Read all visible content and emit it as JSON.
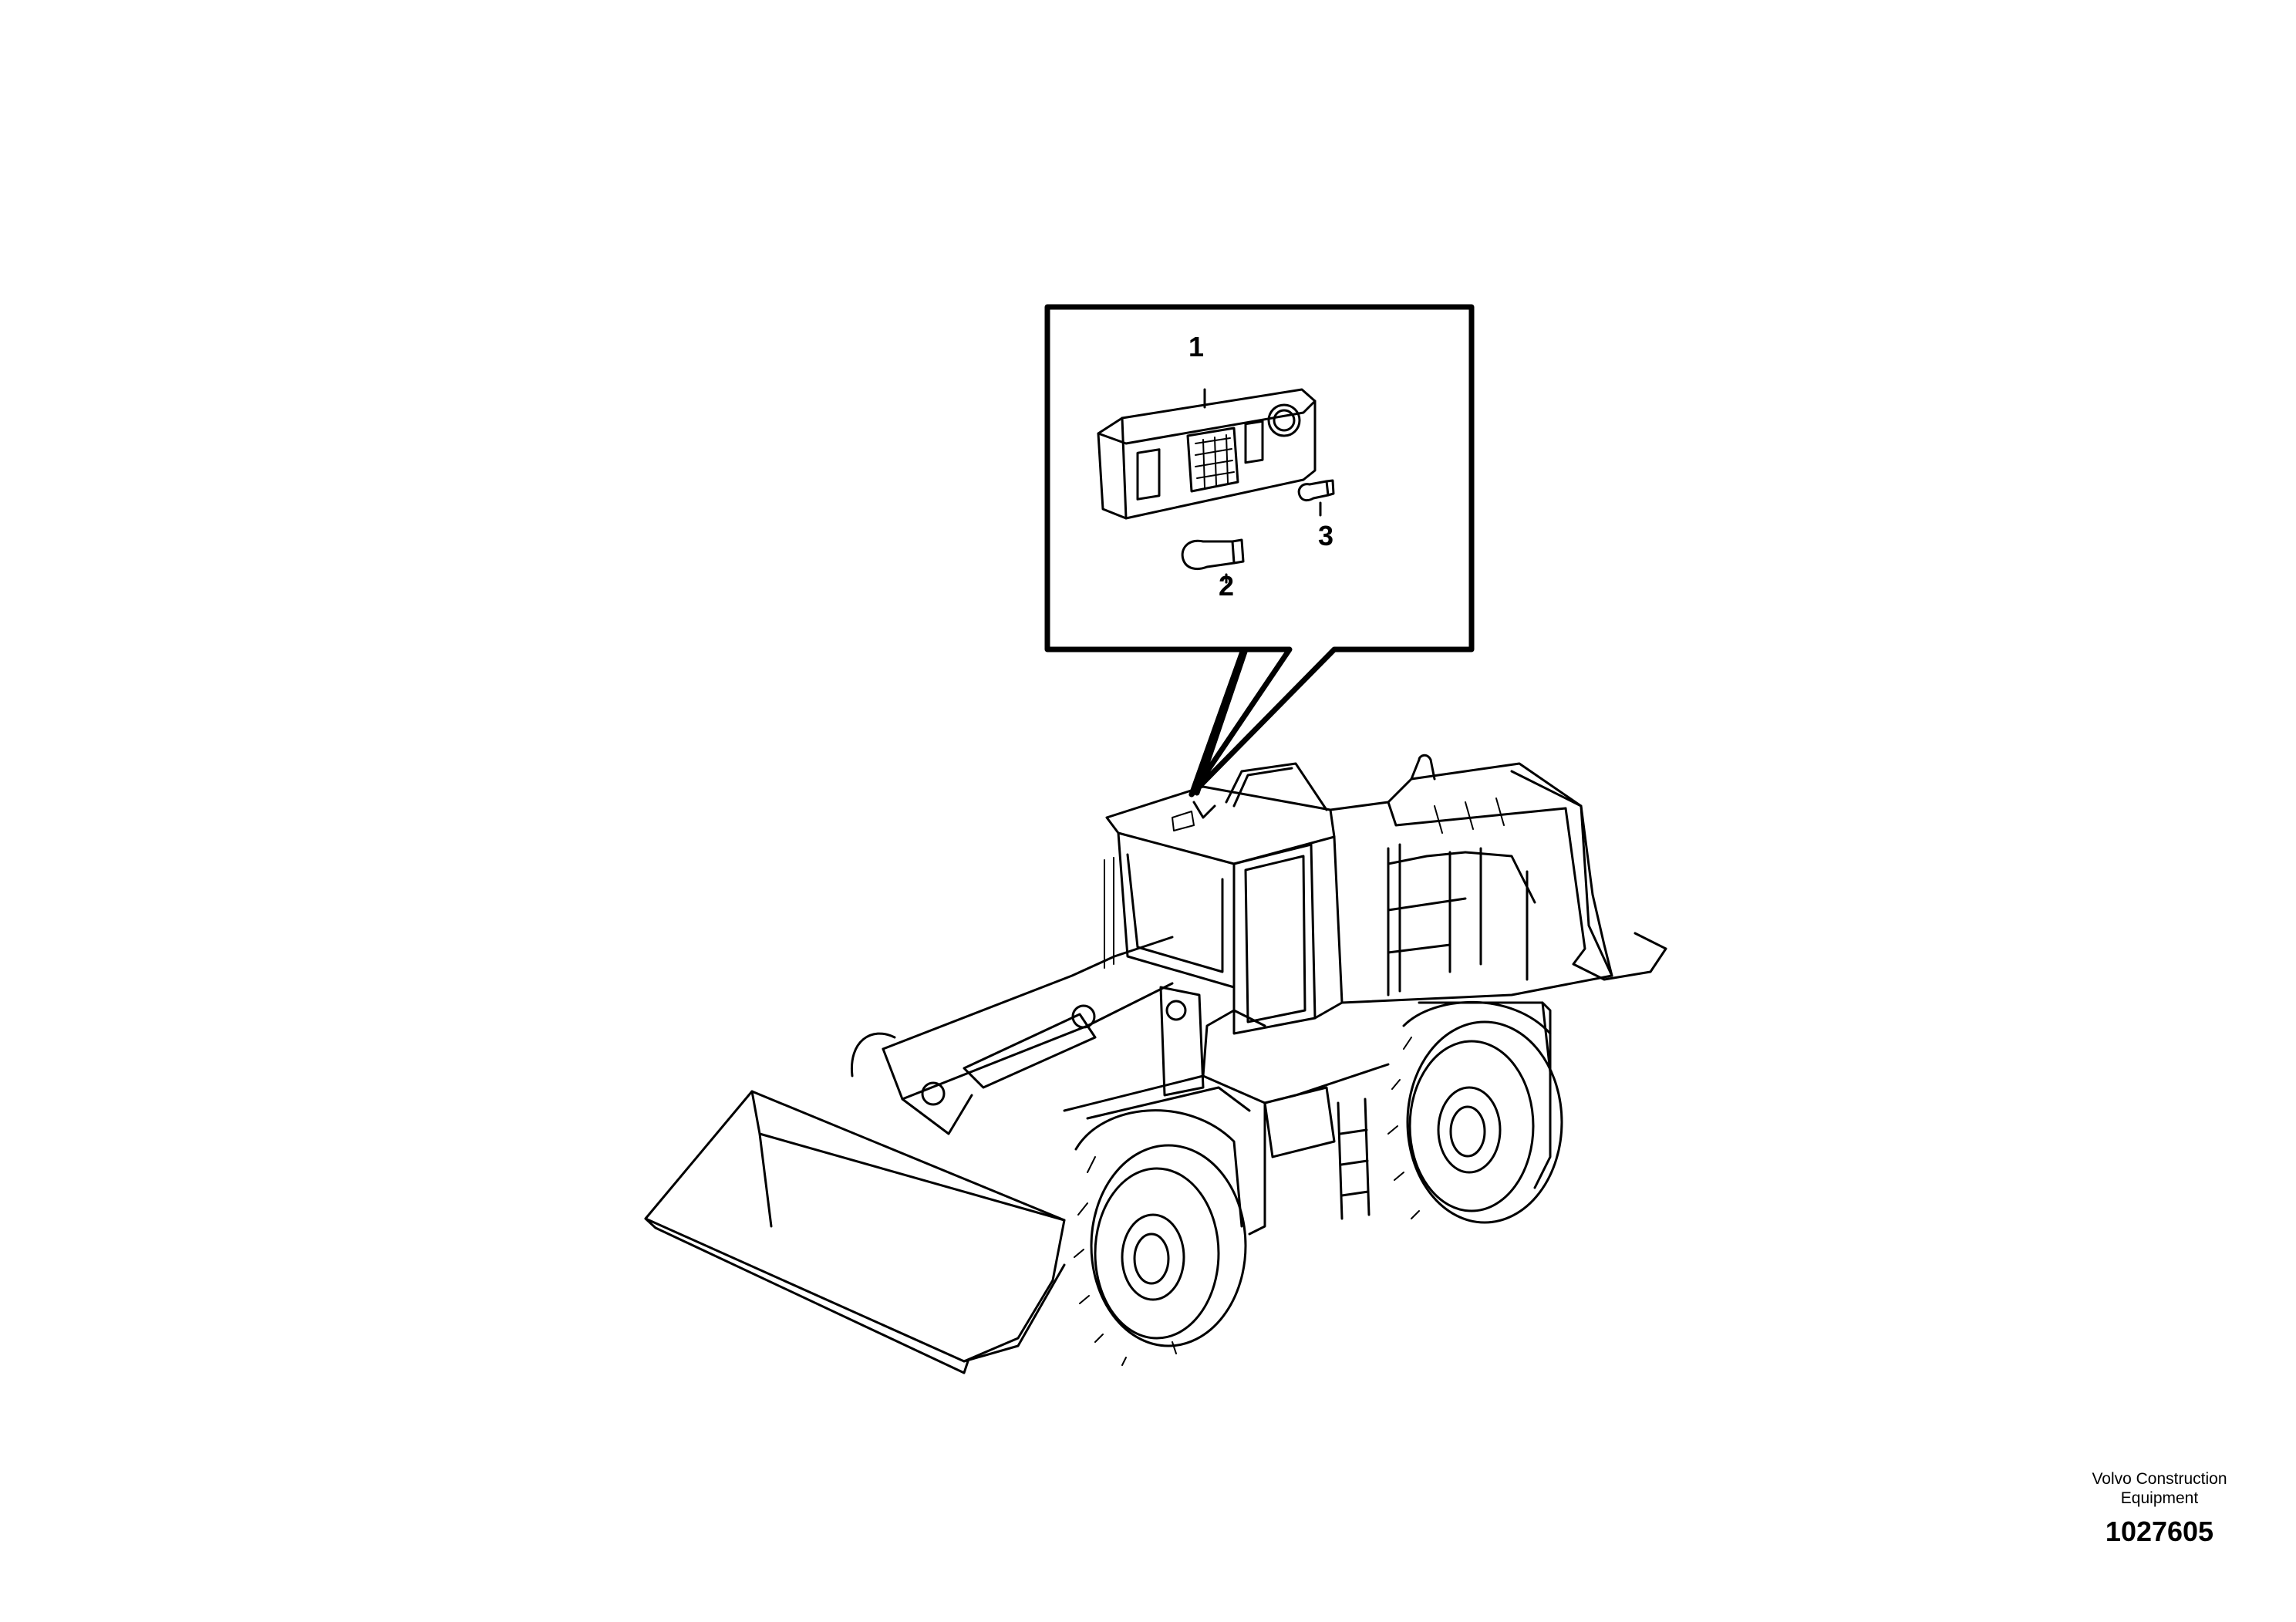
{
  "callouts": [
    {
      "label": "1",
      "part": "switch-panel"
    },
    {
      "label": "2",
      "part": "bulb-large"
    },
    {
      "label": "3",
      "part": "bulb-small"
    }
  ],
  "brand": {
    "company_line1": "Volvo Construction",
    "company_line2": "Equipment",
    "figure_number": "1027605"
  },
  "colors": {
    "line": "#000000",
    "background": "#ffffff"
  }
}
